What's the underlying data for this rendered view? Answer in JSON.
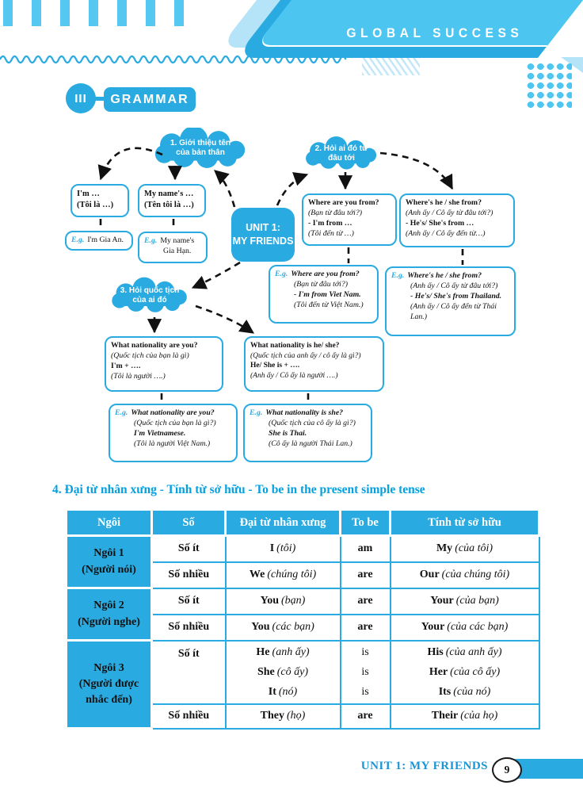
{
  "colors": {
    "accent": "#29abe2",
    "light": "#54c8f0",
    "pale": "#b5e3f7"
  },
  "header": {
    "brand": "GLOBAL SUCCESS"
  },
  "section": {
    "numeral": "III",
    "title": "GRAMMAR"
  },
  "mindmap": {
    "center": "UNIT 1:\nMY FRIENDS",
    "clouds": {
      "c1": "1. Giới thiệu tên\ncủa bản thân",
      "c2": "2. Hỏi ai đó từ\nđâu tới",
      "c3": "3. Hỏi quốc tịch\ncủa ai đó"
    },
    "boxes": {
      "b1": {
        "l1": "I'm …",
        "l2": "(Tôi là …)"
      },
      "b2": {
        "l1": "My name's …",
        "l2": "(Tên tôi là …)"
      },
      "b3": {
        "l1": "Where are you from?",
        "l2": "(Bạn từ đâu tới?)",
        "l3": "- I'm from …",
        "l4": "(Tôi đến từ …)"
      },
      "b4": {
        "l1": "Where's he / she from?",
        "l2": "(Anh ấy / Cô ấy từ đâu tới?)",
        "l3": "- He's/ She's from …",
        "l4": "(Anh ấy / Cô ấy đến từ…)"
      },
      "b5": {
        "l1": "What nationality are you?",
        "l2": "(Quốc tịch của bạn là gì)",
        "l3": "I'm + ….",
        "l4": "(Tôi là người ….)"
      },
      "b6": {
        "l1": "What nationality is he/ she?",
        "l2": "(Quốc tịch của anh ấy / cô ấy là gì?)",
        "l3": "He/ She is + ….",
        "l4": "(Anh ấy / Cô ấy là người ….)"
      }
    },
    "egs": {
      "e1": {
        "label": "E.g.",
        "l1": "I'm Gia An."
      },
      "e2": {
        "label": "E.g.",
        "l1": "My name's Gia Hạn."
      },
      "e3": {
        "label": "E.g.",
        "l1": "Where are you from?",
        "l2": "(Bạn từ đâu tới?)",
        "l3": "- I'm from Viet Nam.",
        "l4": "(Tôi đến từ Việt Nam.)"
      },
      "e4": {
        "label": "E.g.",
        "l1": "Where's he / she from?",
        "l2": "(Anh ấy / Cô ấy từ đâu tới?)",
        "l3": "- He's/ She's from Thailand.",
        "l4": "(Anh ấy / Cô ấy đến từ Thái Lan.)"
      },
      "e5": {
        "label": "E.g.",
        "l1": "What nationality are you?",
        "l2": "(Quốc tịch của bạn là gì?)",
        "l3": "I'm Vietnamese.",
        "l4": "(Tôi là người Việt Nam.)"
      },
      "e6": {
        "label": "E.g.",
        "l1": "What nationality is she?",
        "l2": "(Quốc tịch của cô ấy là gì?)",
        "l3": "She is Thai.",
        "l4": "(Cô ấy là người Thái Lan.)"
      }
    }
  },
  "table": {
    "title": "4. Đại từ nhân xưng - Tính từ sở hữu - To be in the present simple tense",
    "headers": [
      "Ngôi",
      "Số",
      "Đại từ nhân xưng",
      "To be",
      "Tính từ sở hữu"
    ],
    "g1": {
      "label": "Ngôi 1\n(Người nói)",
      "r1": {
        "so": "Số ít",
        "pw": "I",
        "pt": "(tôi)",
        "be": "am",
        "aw": "My",
        "at": "(của tôi)"
      },
      "r2": {
        "so": "Số nhiều",
        "pw": "We",
        "pt": "(chúng tôi)",
        "be": "are",
        "aw": "Our",
        "at": "(của chúng tôi)"
      }
    },
    "g2": {
      "label": "Ngôi 2\n(Người nghe)",
      "r1": {
        "so": "Số ít",
        "pw": "You",
        "pt": "(bạn)",
        "be": "are",
        "aw": "Your",
        "at": "(của bạn)"
      },
      "r2": {
        "so": "Số nhiều",
        "pw": "You",
        "pt": "(các bạn)",
        "be": "are",
        "aw": "Your",
        "at": "(của các bạn)"
      }
    },
    "g3": {
      "label": "Ngôi 3\n(Người được\nnhắc đến)",
      "r1": {
        "so": "Số ít",
        "i1": {
          "pw": "He",
          "pt": "(anh ấy)",
          "be": "is",
          "aw": "His",
          "at": "(của anh ấy)"
        },
        "i2": {
          "pw": "She",
          "pt": "(cô ấy)",
          "be": "is",
          "aw": "Her",
          "at": "(của cô ấy)"
        },
        "i3": {
          "pw": "It",
          "pt": "(nó)",
          "be": "is",
          "aw": "Its",
          "at": "(của nó)"
        }
      },
      "r2": {
        "so": "Số nhiều",
        "pw": "They",
        "pt": "(họ)",
        "be": "are",
        "aw": "Their",
        "at": "(của họ)"
      }
    }
  },
  "footer": {
    "unit": "UNIT 1: MY FRIENDS",
    "page": "9"
  }
}
